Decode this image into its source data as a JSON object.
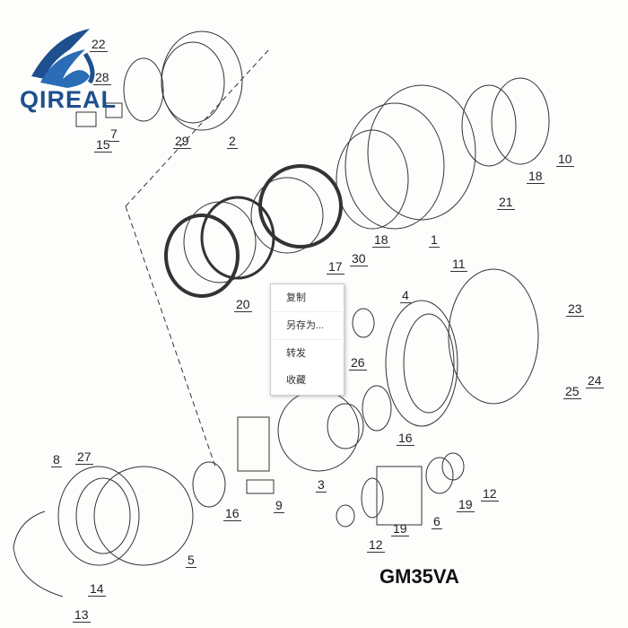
{
  "logo": {
    "text": "QIREAL"
  },
  "model_label": "GM35VA",
  "part_labels": [
    "22",
    "28",
    "7",
    "15",
    "29",
    "2",
    "10",
    "18",
    "21",
    "18",
    "1",
    "30",
    "17",
    "20",
    "11",
    "4",
    "23",
    "24",
    "25",
    "26",
    "16",
    "3",
    "8",
    "27",
    "16",
    "9",
    "5",
    "12",
    "19",
    "6",
    "19",
    "12",
    "14",
    "13"
  ],
  "context_menu": {
    "items": [
      "复制",
      "另存为...",
      "转发",
      "收藏"
    ]
  },
  "colors": {
    "logo_blue": "#1e4f8f",
    "line": "#333333"
  }
}
